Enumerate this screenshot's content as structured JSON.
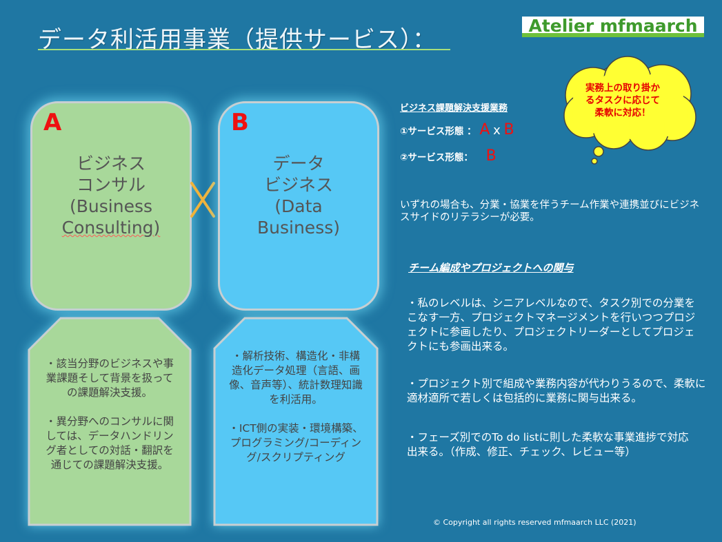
{
  "title": "データ利活用事業（提供サービス）：",
  "logo": "Atelier mfmaarch",
  "callout": {
    "lines": [
      "実務上の取り掛か",
      "るタスクに応じて",
      "柔軟に対応！"
    ]
  },
  "card_a": {
    "letter": "A",
    "lines": [
      "ビジネス",
      "コンサル",
      "(Business",
      "Consulting)"
    ]
  },
  "card_b": {
    "letter": "B",
    "lines": [
      "データ",
      "ビジネス",
      "(Data",
      "Business)"
    ]
  },
  "panel_a": {
    "paragraphs": [
      "・該当分野のビジネスや事業課題そして背景を扱っての課題解決支援。",
      "・異分野へのコンサルに関しては、データハンドリング者としての対話・翻訳を通じての課題解決支援。"
    ]
  },
  "panel_b": {
    "paragraphs": [
      "・解析技術、構造化・非構造化データ処理（言語、画像、音声等）、統計数理知識を利活用。",
      "・ICT側の実装・環境構築、プログラミング/コーディング/スクリプティング"
    ]
  },
  "right": {
    "support_heading": "ビジネス課題解決支援業務",
    "service1_label": "①サービス形態 ：",
    "service1_a": "A",
    "service1_x": "x",
    "service1_b": "B",
    "service2_label": "②サービス形態：",
    "service2_b": "B",
    "requirement": "いずれの場合も、分業・協業を伴うチーム作業や連携並びにビジネスサイドのリテラシーが必要。",
    "team_heading": "チーム編成やプロジェクトへの関与",
    "bullets": [
      "・私のレベルは、シニアレベルなので、タスク別での分業をこなす一方、プロジェクトマネージメントを行いつつプロジェクトに参画したり、プロジェクトリーダーとしてプロジェクトにも参画出来る。",
      "・プロジェクト別で組成や業務内容が代わりうるので、柔軟に適材適所で若しくは包括的に業務に関与出来る。",
      "・フェーズ別でのTo do listに則した柔軟な事業進捗で対応出来る。（作成、修正、チェック、レビュー等）"
    ]
  },
  "copyright": "© Copyright all rights reserved mfmaarch LLC (2021)",
  "colors": {
    "background": "#1f77a3",
    "card_a": "#a8d89a",
    "card_b": "#56c8f5",
    "cross": "#f2b33a",
    "callout": "#ffff33",
    "accent_red": "#ee1111"
  }
}
